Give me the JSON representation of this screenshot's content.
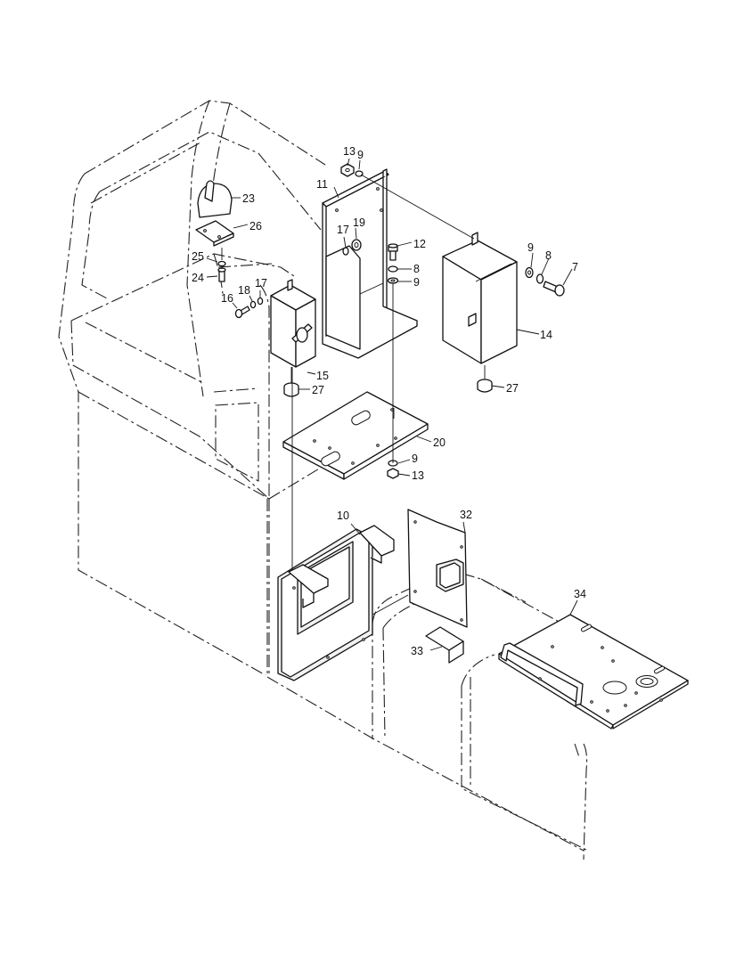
{
  "callouts": [
    {
      "id": "c13a",
      "text": "13"
    },
    {
      "id": "c9a",
      "text": "9"
    },
    {
      "id": "c11",
      "text": "11"
    },
    {
      "id": "c23",
      "text": "23"
    },
    {
      "id": "c19",
      "text": "19"
    },
    {
      "id": "c17a",
      "text": "17"
    },
    {
      "id": "c26",
      "text": "26"
    },
    {
      "id": "c12",
      "text": "12"
    },
    {
      "id": "c9b",
      "text": "9"
    },
    {
      "id": "c8a",
      "text": "8"
    },
    {
      "id": "c7",
      "text": "7"
    },
    {
      "id": "c25",
      "text": "25"
    },
    {
      "id": "c8b",
      "text": "8"
    },
    {
      "id": "c9c",
      "text": "9"
    },
    {
      "id": "c24",
      "text": "24"
    },
    {
      "id": "c18",
      "text": "18"
    },
    {
      "id": "c17b",
      "text": "17"
    },
    {
      "id": "c16",
      "text": "16"
    },
    {
      "id": "c14",
      "text": "14"
    },
    {
      "id": "c15",
      "text": "15"
    },
    {
      "id": "c27a",
      "text": "27"
    },
    {
      "id": "c27b",
      "text": "27"
    },
    {
      "id": "c20",
      "text": "20"
    },
    {
      "id": "c9d",
      "text": "9"
    },
    {
      "id": "c13b",
      "text": "13"
    },
    {
      "id": "c10",
      "text": "10"
    },
    {
      "id": "c32",
      "text": "32"
    },
    {
      "id": "c34",
      "text": "34"
    },
    {
      "id": "c33",
      "text": "33"
    }
  ]
}
